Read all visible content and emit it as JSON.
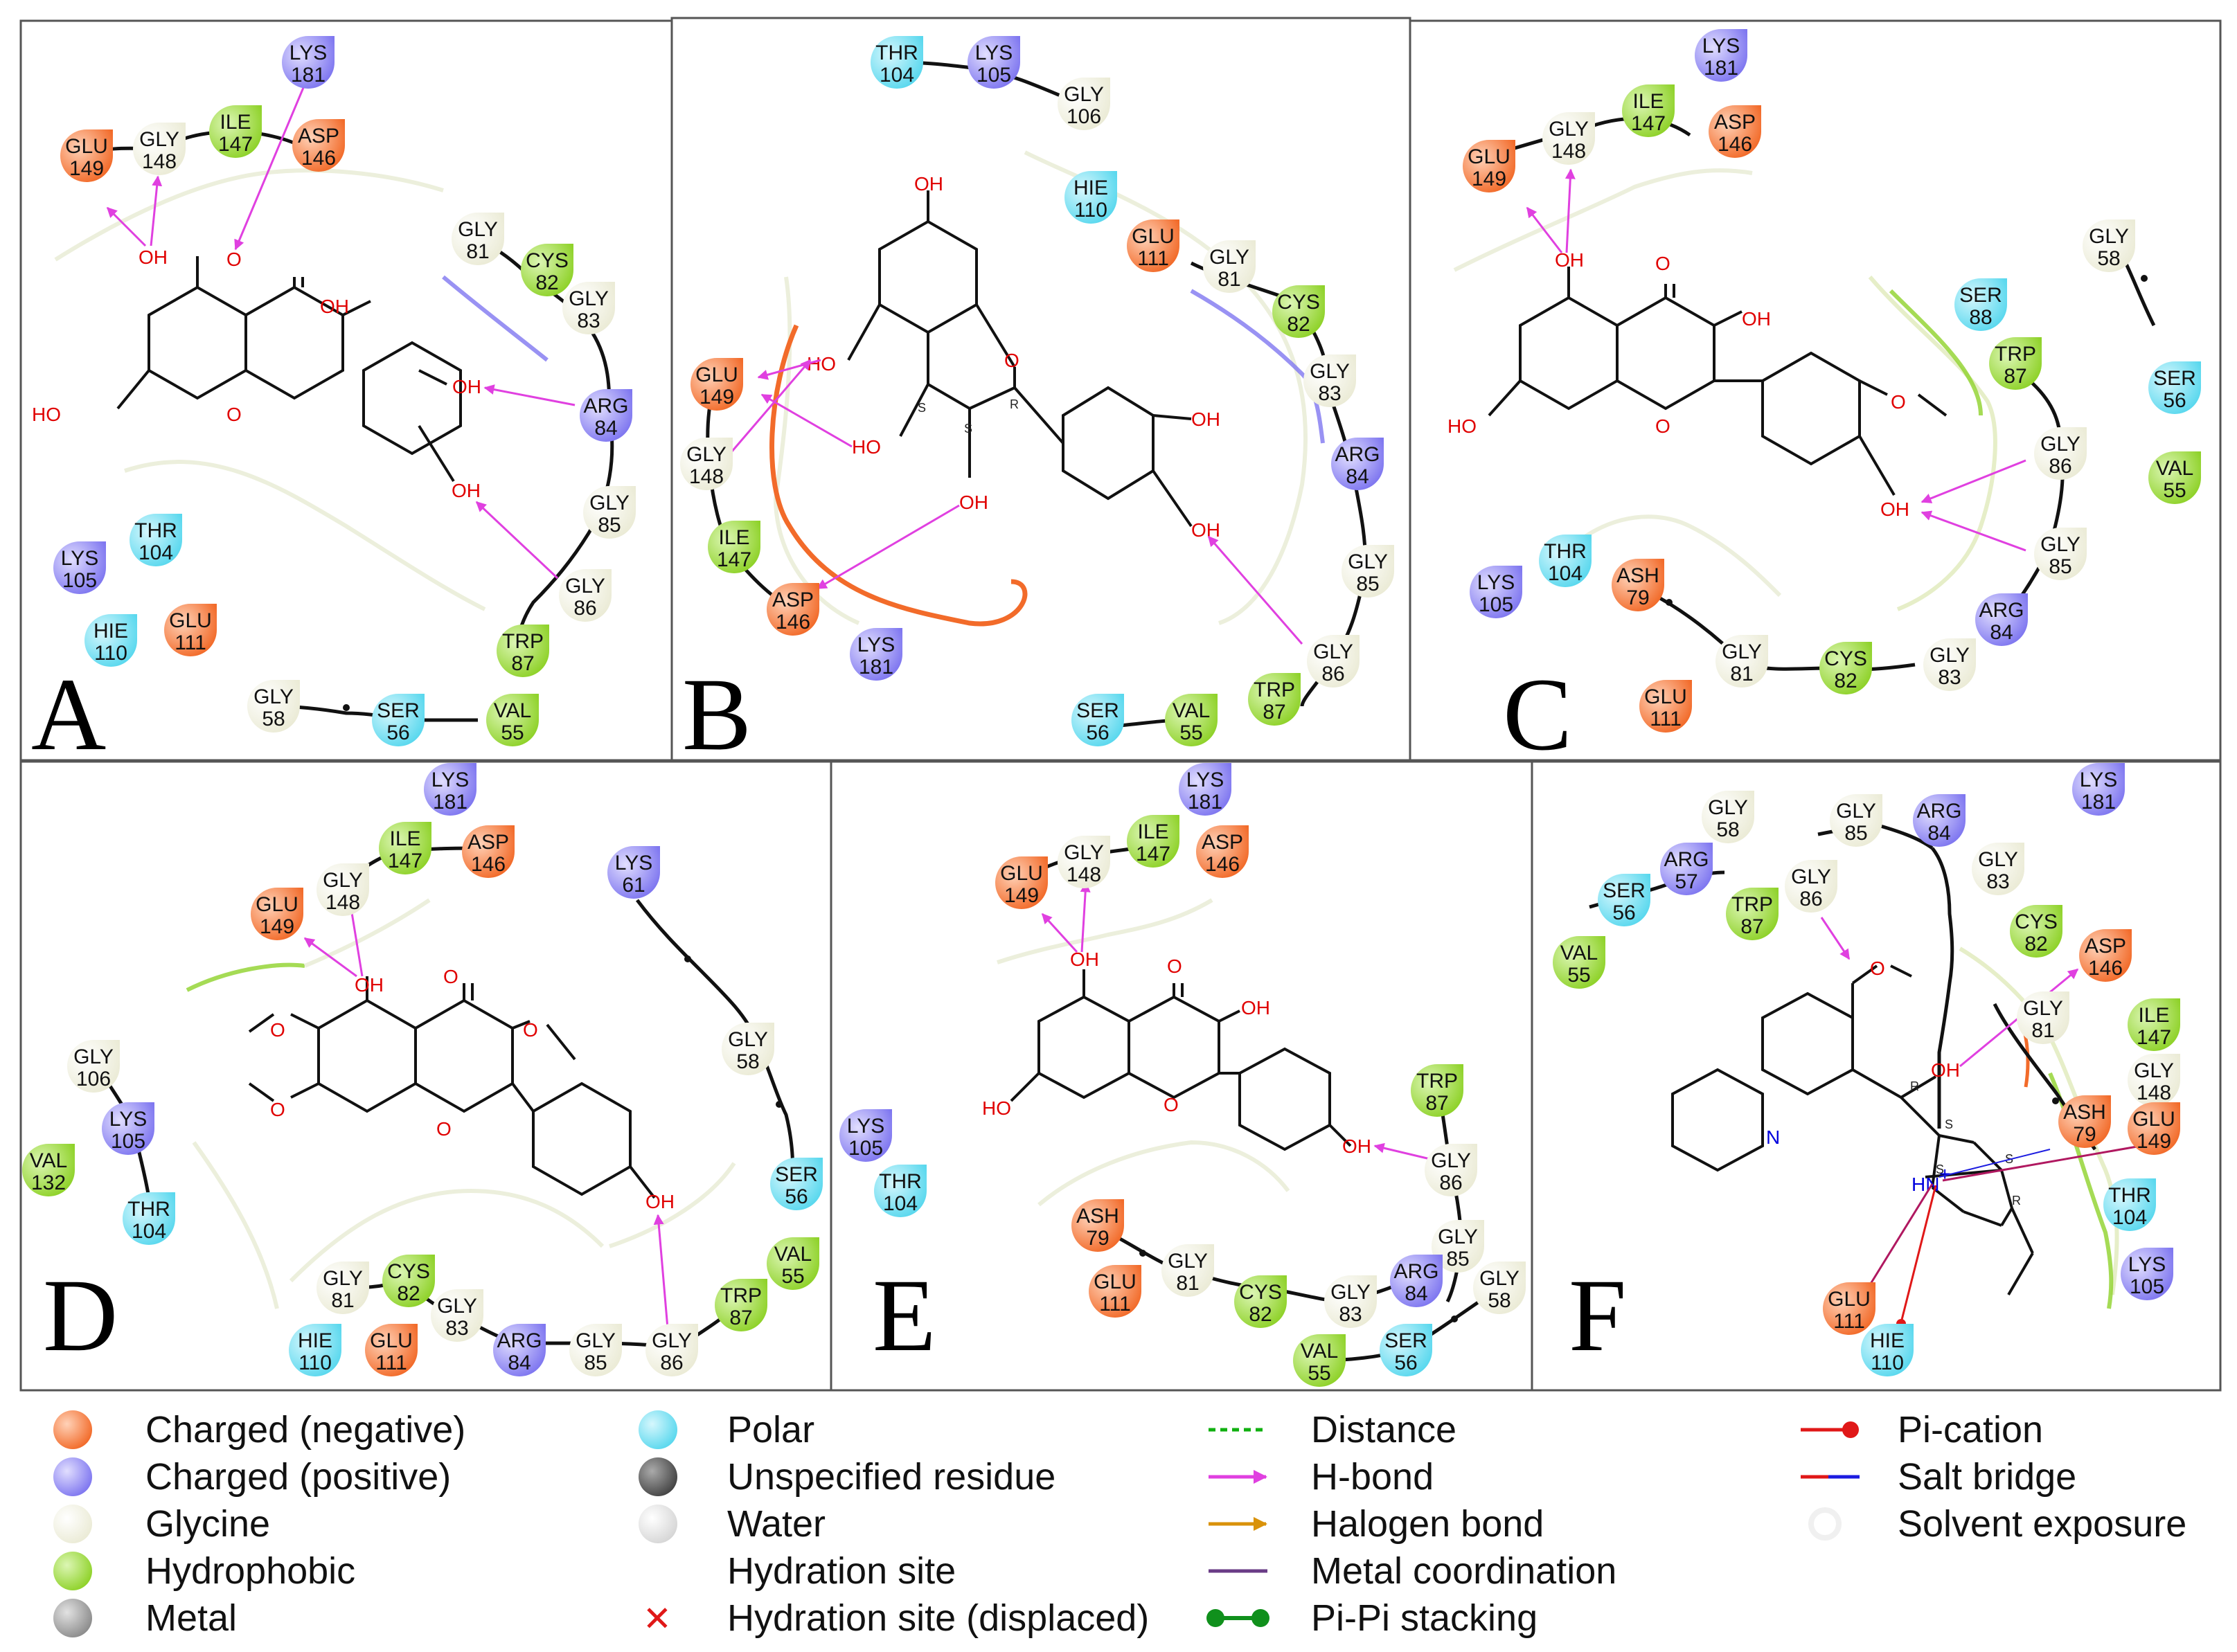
{
  "colors": {
    "negative": "#f26b2a",
    "positive": "#7f77f0",
    "glycine": "#f2f2e0",
    "hydrophobic": "#8fd22a",
    "metal": "#8c8c8c",
    "polar": "#5ad8ee",
    "unspecified": "#555555",
    "water": "#dedede",
    "hbond": "#e040e0",
    "distance": "#10b010",
    "halogen": "#d9920a",
    "metal_coord": "#6a3c86",
    "pipi": "#10901c",
    "pication": "#e01818",
    "saltbridge_red": "#e01818",
    "saltbridge_blue": "#1c1ce0"
  },
  "panels": [
    {
      "letter": "A"
    },
    {
      "letter": "B"
    },
    {
      "letter": "C"
    },
    {
      "letter": "D"
    },
    {
      "letter": "E"
    },
    {
      "letter": "F"
    }
  ],
  "residues": {
    "A": [
      {
        "n": "GLU",
        "i": "149",
        "t": "negative"
      },
      {
        "n": "GLY",
        "i": "148",
        "t": "glycine"
      },
      {
        "n": "ILE",
        "i": "147",
        "t": "hydrophobic"
      },
      {
        "n": "LYS",
        "i": "181",
        "t": "positive"
      },
      {
        "n": "ASP",
        "i": "146",
        "t": "negative"
      },
      {
        "n": "GLY",
        "i": "81",
        "t": "glycine"
      },
      {
        "n": "CYS",
        "i": "82",
        "t": "hydrophobic"
      },
      {
        "n": "GLY",
        "i": "83",
        "t": "glycine"
      },
      {
        "n": "ARG",
        "i": "84",
        "t": "positive"
      },
      {
        "n": "GLY",
        "i": "85",
        "t": "glycine"
      },
      {
        "n": "GLY",
        "i": "86",
        "t": "glycine"
      },
      {
        "n": "TRP",
        "i": "87",
        "t": "hydrophobic"
      },
      {
        "n": "THR",
        "i": "104",
        "t": "polar"
      },
      {
        "n": "LYS",
        "i": "105",
        "t": "positive"
      },
      {
        "n": "HIE",
        "i": "110",
        "t": "polar"
      },
      {
        "n": "GLU",
        "i": "111",
        "t": "negative"
      },
      {
        "n": "GLY",
        "i": "58",
        "t": "glycine"
      },
      {
        "n": "SER",
        "i": "56",
        "t": "polar"
      },
      {
        "n": "VAL",
        "i": "55",
        "t": "hydrophobic"
      }
    ],
    "B": [
      {
        "n": "THR",
        "i": "104",
        "t": "polar"
      },
      {
        "n": "LYS",
        "i": "105",
        "t": "positive"
      },
      {
        "n": "GLY",
        "i": "106",
        "t": "glycine"
      },
      {
        "n": "HIE",
        "i": "110",
        "t": "polar"
      },
      {
        "n": "GLU",
        "i": "111",
        "t": "negative"
      },
      {
        "n": "GLY",
        "i": "81",
        "t": "glycine"
      },
      {
        "n": "CYS",
        "i": "82",
        "t": "hydrophobic"
      },
      {
        "n": "GLY",
        "i": "83",
        "t": "glycine"
      },
      {
        "n": "ARG",
        "i": "84",
        "t": "positive"
      },
      {
        "n": "GLY",
        "i": "85",
        "t": "glycine"
      },
      {
        "n": "GLY",
        "i": "86",
        "t": "glycine"
      },
      {
        "n": "TRP",
        "i": "87",
        "t": "hydrophobic"
      },
      {
        "n": "VAL",
        "i": "55",
        "t": "hydrophobic"
      },
      {
        "n": "SER",
        "i": "56",
        "t": "polar"
      },
      {
        "n": "GLU",
        "i": "149",
        "t": "negative"
      },
      {
        "n": "GLY",
        "i": "148",
        "t": "glycine"
      },
      {
        "n": "ILE",
        "i": "147",
        "t": "hydrophobic"
      },
      {
        "n": "ASP",
        "i": "146",
        "t": "negative"
      },
      {
        "n": "LYS",
        "i": "181",
        "t": "positive"
      }
    ],
    "C": [
      {
        "n": "LYS",
        "i": "181",
        "t": "positive"
      },
      {
        "n": "GLU",
        "i": "149",
        "t": "negative"
      },
      {
        "n": "GLY",
        "i": "148",
        "t": "glycine"
      },
      {
        "n": "ILE",
        "i": "147",
        "t": "hydrophobic"
      },
      {
        "n": "ASP",
        "i": "146",
        "t": "negative"
      },
      {
        "n": "GLY",
        "i": "58",
        "t": "glycine"
      },
      {
        "n": "SER",
        "i": "88",
        "t": "polar"
      },
      {
        "n": "TRP",
        "i": "87",
        "t": "hydrophobic"
      },
      {
        "n": "SER",
        "i": "56",
        "t": "polar"
      },
      {
        "n": "GLY",
        "i": "86",
        "t": "glycine"
      },
      {
        "n": "VAL",
        "i": "55",
        "t": "hydrophobic"
      },
      {
        "n": "GLY",
        "i": "85",
        "t": "glycine"
      },
      {
        "n": "THR",
        "i": "104",
        "t": "polar"
      },
      {
        "n": "LYS",
        "i": "105",
        "t": "positive"
      },
      {
        "n": "ASH",
        "i": "79",
        "t": "negative"
      },
      {
        "n": "ARG",
        "i": "84",
        "t": "positive"
      },
      {
        "n": "GLY",
        "i": "81",
        "t": "glycine"
      },
      {
        "n": "CYS",
        "i": "82",
        "t": "hydrophobic"
      },
      {
        "n": "GLY",
        "i": "83",
        "t": "glycine"
      },
      {
        "n": "GLU",
        "i": "111",
        "t": "negative"
      }
    ],
    "D": [
      {
        "n": "LYS",
        "i": "181",
        "t": "positive"
      },
      {
        "n": "ILE",
        "i": "147",
        "t": "hydrophobic"
      },
      {
        "n": "ASP",
        "i": "146",
        "t": "negative"
      },
      {
        "n": "GLY",
        "i": "148",
        "t": "glycine"
      },
      {
        "n": "GLU",
        "i": "149",
        "t": "negative"
      },
      {
        "n": "LYS",
        "i": "61",
        "t": "positive"
      },
      {
        "n": "GLY",
        "i": "58",
        "t": "glycine"
      },
      {
        "n": "GLY",
        "i": "106",
        "t": "glycine"
      },
      {
        "n": "LYS",
        "i": "105",
        "t": "positive"
      },
      {
        "n": "VAL",
        "i": "132",
        "t": "hydrophobic"
      },
      {
        "n": "THR",
        "i": "104",
        "t": "polar"
      },
      {
        "n": "SER",
        "i": "56",
        "t": "polar"
      },
      {
        "n": "VAL",
        "i": "55",
        "t": "hydrophobic"
      },
      {
        "n": "GLY",
        "i": "81",
        "t": "glycine"
      },
      {
        "n": "CYS",
        "i": "82",
        "t": "hydrophobic"
      },
      {
        "n": "GLY",
        "i": "83",
        "t": "glycine"
      },
      {
        "n": "TRP",
        "i": "87",
        "t": "hydrophobic"
      },
      {
        "n": "HIE",
        "i": "110",
        "t": "polar"
      },
      {
        "n": "GLU",
        "i": "111",
        "t": "negative"
      },
      {
        "n": "ARG",
        "i": "84",
        "t": "positive"
      },
      {
        "n": "GLY",
        "i": "85",
        "t": "glycine"
      },
      {
        "n": "GLY",
        "i": "86",
        "t": "glycine"
      }
    ],
    "E": [
      {
        "n": "LYS",
        "i": "181",
        "t": "positive"
      },
      {
        "n": "GLU",
        "i": "149",
        "t": "negative"
      },
      {
        "n": "GLY",
        "i": "148",
        "t": "glycine"
      },
      {
        "n": "ILE",
        "i": "147",
        "t": "hydrophobic"
      },
      {
        "n": "ASP",
        "i": "146",
        "t": "negative"
      },
      {
        "n": "TRP",
        "i": "87",
        "t": "hydrophobic"
      },
      {
        "n": "LYS",
        "i": "105",
        "t": "positive"
      },
      {
        "n": "THR",
        "i": "104",
        "t": "polar"
      },
      {
        "n": "GLY",
        "i": "86",
        "t": "glycine"
      },
      {
        "n": "GLY",
        "i": "85",
        "t": "glycine"
      },
      {
        "n": "ASH",
        "i": "79",
        "t": "negative"
      },
      {
        "n": "GLY",
        "i": "58",
        "t": "glycine"
      },
      {
        "n": "GLY",
        "i": "81",
        "t": "glycine"
      },
      {
        "n": "ARG",
        "i": "84",
        "t": "positive"
      },
      {
        "n": "GLU",
        "i": "111",
        "t": "negative"
      },
      {
        "n": "CYS",
        "i": "82",
        "t": "hydrophobic"
      },
      {
        "n": "GLY",
        "i": "83",
        "t": "glycine"
      },
      {
        "n": "VAL",
        "i": "55",
        "t": "hydrophobic"
      },
      {
        "n": "SER",
        "i": "56",
        "t": "polar"
      }
    ],
    "F": [
      {
        "n": "GLY",
        "i": "58",
        "t": "glycine"
      },
      {
        "n": "GLY",
        "i": "85",
        "t": "glycine"
      },
      {
        "n": "ARG",
        "i": "84",
        "t": "positive"
      },
      {
        "n": "LYS",
        "i": "181",
        "t": "positive"
      },
      {
        "n": "ARG",
        "i": "57",
        "t": "positive"
      },
      {
        "n": "GLY",
        "i": "86",
        "t": "glycine"
      },
      {
        "n": "GLY",
        "i": "83",
        "t": "glycine"
      },
      {
        "n": "SER",
        "i": "56",
        "t": "polar"
      },
      {
        "n": "TRP",
        "i": "87",
        "t": "hydrophobic"
      },
      {
        "n": "VAL",
        "i": "55",
        "t": "hydrophobic"
      },
      {
        "n": "CYS",
        "i": "82",
        "t": "hydrophobic"
      },
      {
        "n": "ASP",
        "i": "146",
        "t": "negative"
      },
      {
        "n": "GLY",
        "i": "81",
        "t": "glycine"
      },
      {
        "n": "ILE",
        "i": "147",
        "t": "hydrophobic"
      },
      {
        "n": "GLY",
        "i": "148",
        "t": "glycine"
      },
      {
        "n": "ASH",
        "i": "79",
        "t": "negative"
      },
      {
        "n": "GLU",
        "i": "149",
        "t": "negative"
      },
      {
        "n": "THR",
        "i": "104",
        "t": "polar"
      },
      {
        "n": "LYS",
        "i": "105",
        "t": "positive"
      },
      {
        "n": "GLU",
        "i": "111",
        "t": "negative"
      },
      {
        "n": "HIE",
        "i": "110",
        "t": "polar"
      }
    ]
  },
  "atoms": {
    "o": "O",
    "oh": "OH",
    "ho": "HO",
    "n": "N",
    "hn": "HN",
    "plus": "+",
    "s": "S",
    "r": "R"
  },
  "legend": {
    "col1": [
      {
        "label": "Charged (negative)",
        "color": "#f26b2a"
      },
      {
        "label": "Charged (positive)",
        "color": "#7f77f0"
      },
      {
        "label": "Glycine",
        "color": "#f2f2e0"
      },
      {
        "label": "Hydrophobic",
        "color": "#8fd22a"
      },
      {
        "label": "Metal",
        "color": "#8c8c8c"
      }
    ],
    "col2": [
      {
        "label": "Polar",
        "color": "#5ad8ee"
      },
      {
        "label": "Unspecified residue",
        "color": "#555555"
      },
      {
        "label": "Water",
        "color": "#dedede"
      },
      {
        "label": "Hydration site"
      },
      {
        "label": "Hydration site (displaced)"
      }
    ],
    "col3": [
      {
        "label": "Distance"
      },
      {
        "label": "H-bond"
      },
      {
        "label": "Halogen bond"
      },
      {
        "label": "Metal coordination"
      },
      {
        "label": "Pi-Pi stacking"
      }
    ],
    "col4": [
      {
        "label": "Pi-cation"
      },
      {
        "label": "Salt bridge"
      },
      {
        "label": "Solvent exposure"
      }
    ],
    "cross_icon": "✕"
  }
}
